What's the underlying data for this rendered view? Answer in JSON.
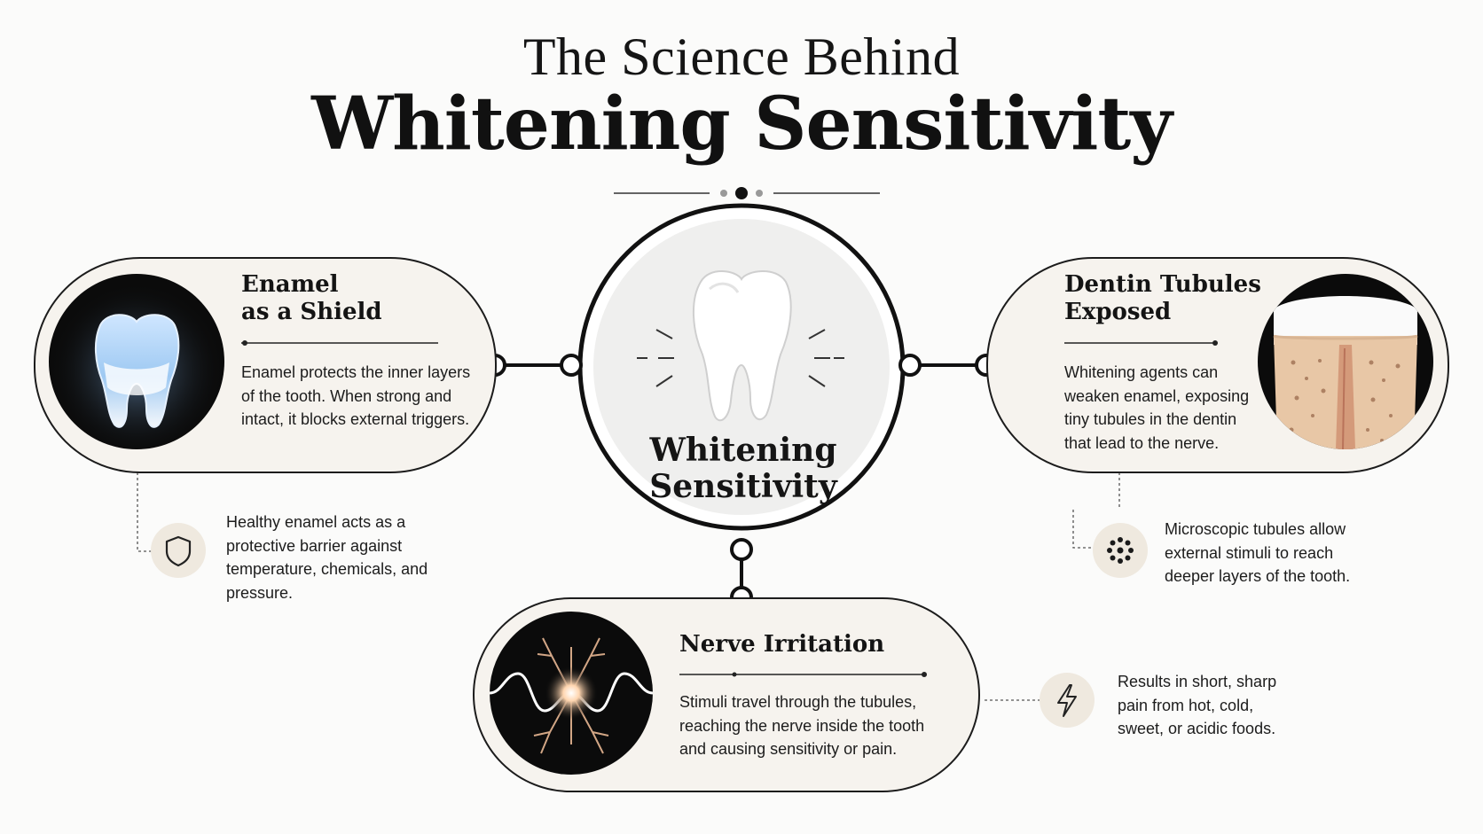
{
  "title": {
    "line1": "The  Science Behind",
    "line2": "Whitening Sensitivity"
  },
  "center": {
    "label_line1": "Whitening",
    "label_line2": "Sensitivity",
    "icon": "tooth-icon"
  },
  "cards": {
    "enamel": {
      "title_line1": "Enamel",
      "title_line2": "as a Shield",
      "body": "Enamel protects the inner layers of the tooth. When strong and intact, it blocks external triggers.",
      "image": "glowing-tooth-icon",
      "note": "Healthy enamel acts as a protective barrier against temperature, chemicals, and pressure.",
      "note_icon": "shield-icon"
    },
    "dentin": {
      "title_line1": "Dentin Tubules",
      "title_line2": "Exposed",
      "body": "Whitening agents can weaken enamel, exposing tiny tubules in the dentin that lead to the nerve.",
      "image": "tooth-cross-section-icon",
      "note": "Microscopic tubules allow external stimuli to reach deeper layers of the tooth.",
      "note_icon": "dots-icon"
    },
    "nerve": {
      "title": "Nerve Irritation",
      "body": "Stimuli travel through the tubules, reaching the nerve inside the tooth and causing sensitivity or pain.",
      "image": "nerve-signal-icon",
      "note": "Results in short, sharp pain from hot, cold, sweet, or acidic foods.",
      "note_icon": "lightning-icon"
    }
  },
  "colors": {
    "background": "#fbfbfa",
    "card_fill": "#f6f3ee",
    "outline": "#1c1c1c",
    "icon_disc": "#efe9df"
  }
}
